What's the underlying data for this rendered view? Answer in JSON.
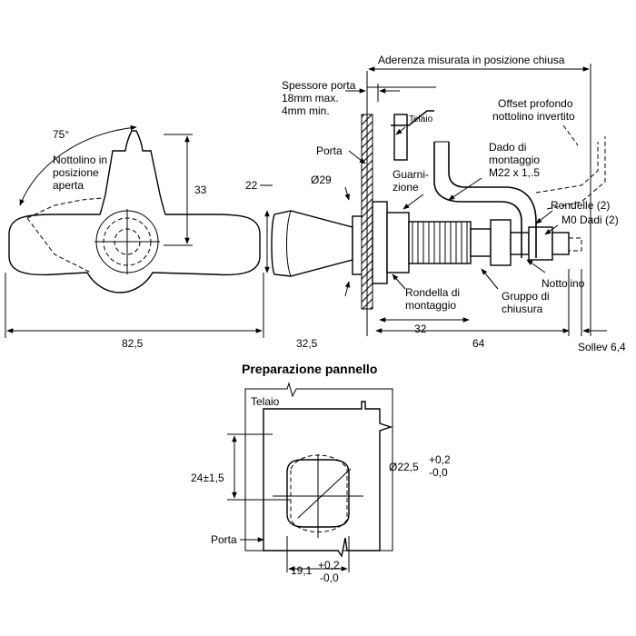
{
  "labels": {
    "angle": "75°",
    "nottolino_aperta": [
      "Nottolino in",
      "posizione",
      "aperta"
    ],
    "dim_33": "33",
    "dim_22": "22",
    "dim_82_5": "82,5",
    "dim_32_5": "32,5",
    "spessore": [
      "Spessore porta",
      "18mm max.",
      "4mm min."
    ],
    "aderenza": "Aderenza misurata in posizione chiusa",
    "telaio_top": "Telaio",
    "porta_top": "Porta",
    "dia_29": "Ø29",
    "guarnizione": [
      "Guarni-",
      "zione"
    ],
    "dado": [
      "Dado di",
      "montaggio",
      "M22 x 1,.5"
    ],
    "offset": [
      "Offset profondo",
      "nottolino invertito"
    ],
    "rondelle": "Rondelle (2)",
    "dadi": "M0 Dadi (2)",
    "nottolino": "Nottolino",
    "gruppo": [
      "Gruppo di",
      "chiusura"
    ],
    "rondella": [
      "Rondella di",
      "montaggio"
    ],
    "dim_32": "32",
    "dim_64": "64",
    "sollev": "Sollev 6,4",
    "prep_title": "Preparazione pannello",
    "telaio_bottom": "Telaio",
    "dim_24": "24±1,5",
    "dia_22_5": "Ø22,5",
    "tol_top": "+0,2",
    "tol_bottom": "-0,0",
    "porta_bottom": "Porta",
    "dim_19_1": "19,1",
    "tol2_top": "+0,2",
    "tol2_bottom": "-0,0"
  }
}
